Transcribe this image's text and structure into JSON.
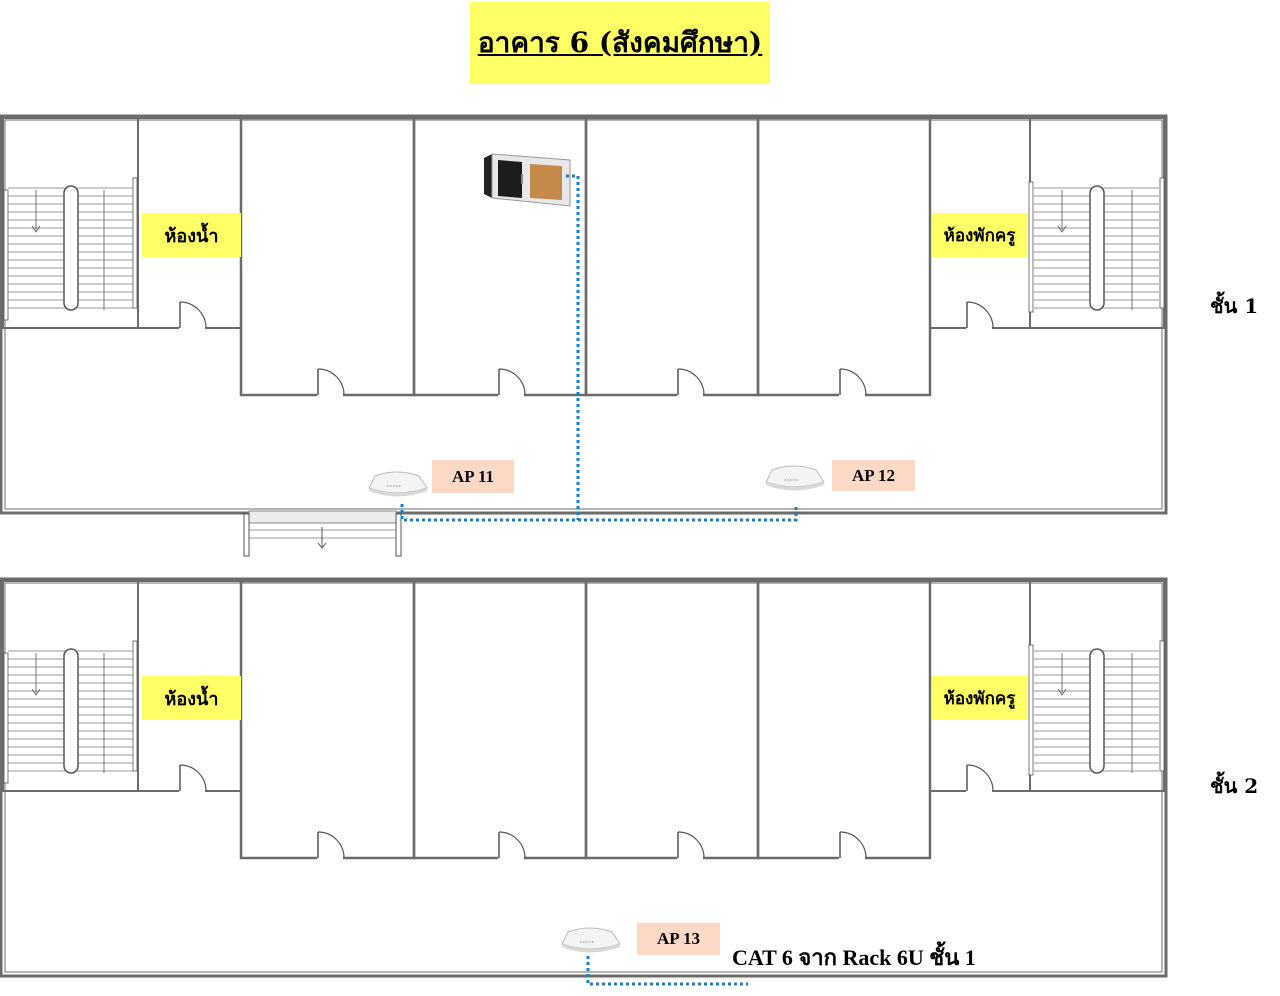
{
  "title": "อาคาร 6 (สังคมศึกษา)",
  "floors": [
    {
      "label": "ชั้น 1",
      "restroom": "ห้องน้ำ",
      "teacher_room": "ห้องพักครู"
    },
    {
      "label": "ชั้น 2",
      "restroom": "ห้องน้ำ",
      "teacher_room": "ห้องพักครู"
    }
  ],
  "access_points": [
    {
      "label": "AP 11",
      "floor": "ชั้น 1"
    },
    {
      "label": "AP 12",
      "floor": "ชั้น 1"
    },
    {
      "label": "AP 13",
      "floor": "ชั้น 2"
    }
  ],
  "cable_note": "CAT 6 จาก Rack 6U ชั้น 1",
  "colors": {
    "highlight": "#ffff66",
    "ap_label": "#fbd9c4",
    "cable": "#1a7fc1",
    "wall": "#555555"
  }
}
